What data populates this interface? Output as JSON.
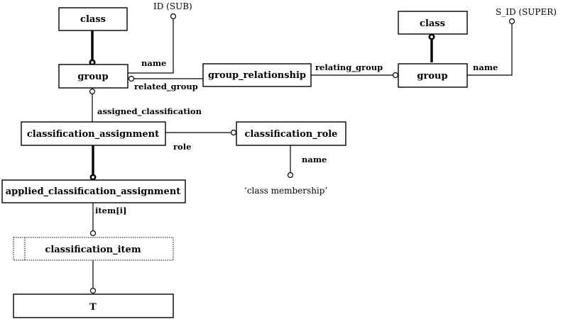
{
  "entities": {
    "class_left": "class",
    "group_left": "group",
    "group_relationship": "group_relationship",
    "class_right": "class",
    "group_right": "group",
    "classification_assignment": "classification_assignment",
    "classification_role": "classification_role",
    "applied_classification_assignment": "applied_classification_assignment",
    "classification_item": "classification_item",
    "t": "T"
  },
  "labels": {
    "id_sub": "ID (SUB)",
    "s_id_super": "S_ID (SUPER)",
    "name_left": "name",
    "related_group": "related_group",
    "relating_group": "relating_group",
    "name_right": "name",
    "assigned_classification": "assigned_classification",
    "role": "role",
    "name_role": "name",
    "class_membership": "‘class membership’",
    "item_i": "item[i]"
  }
}
